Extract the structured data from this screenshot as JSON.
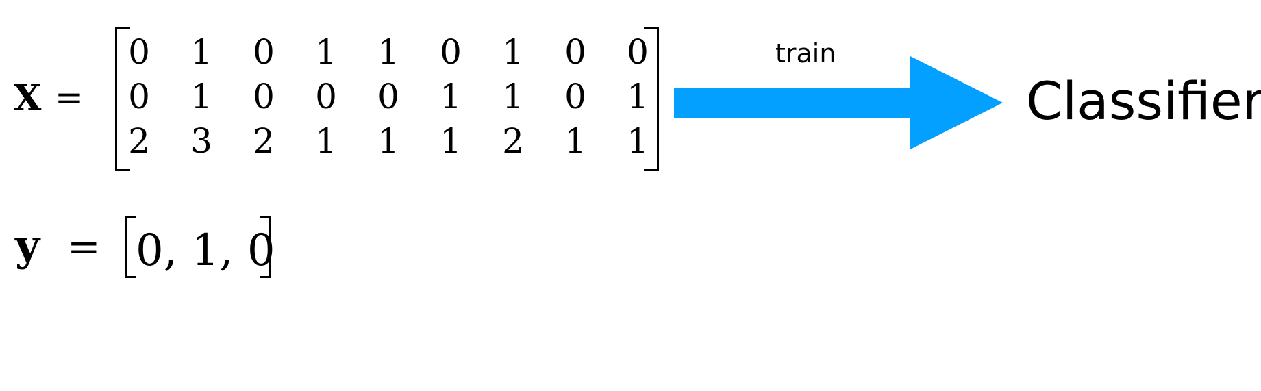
{
  "diagram": {
    "x_equation": {
      "symbol": "X",
      "equals": "=",
      "matrix": [
        [
          "0",
          "1",
          "0",
          "1",
          "1",
          "0",
          "1",
          "0",
          "0"
        ],
        [
          "0",
          "1",
          "0",
          "0",
          "0",
          "1",
          "1",
          "0",
          "1"
        ],
        [
          "2",
          "3",
          "2",
          "1",
          "1",
          "1",
          "2",
          "1",
          "1"
        ]
      ]
    },
    "y_equation": {
      "symbol": "y",
      "equals": "=",
      "values": "0, 1, 0"
    },
    "arrow": {
      "label": "train",
      "color": "#03A0FF"
    },
    "target": {
      "label": "Classifier"
    }
  }
}
